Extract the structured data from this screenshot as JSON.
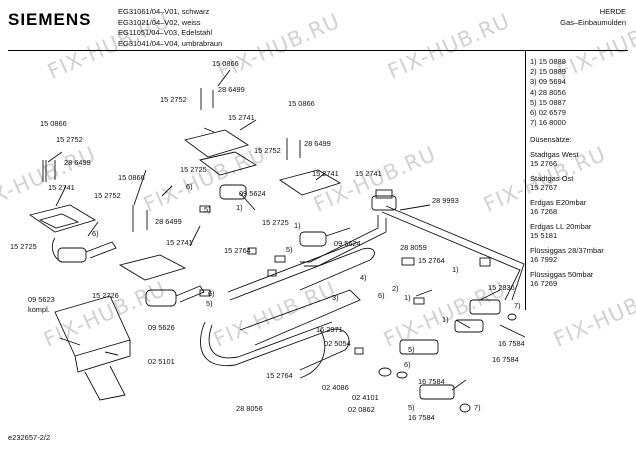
{
  "header": {
    "brand": "SIEMENS",
    "models": [
      "EG31061/04–V01, schwarz",
      "EG31021/04–V02, weiss",
      "EG11051/04–V03, Edelstahl",
      "EG31041/04–V04, umbrabraun"
    ],
    "category": "HERDE",
    "subcategory": "Gas–Einbaumulden"
  },
  "legend": [
    "1) 15 0888",
    "2) 15 0889",
    "3) 09 5694",
    "4) 28 8056",
    "5) 15 0887",
    "6) 02 6579",
    "7) 16 8000"
  ],
  "nozzle_section": {
    "title": "Düsensätze:",
    "groups": [
      {
        "label": "Stadtgas West",
        "part": "15 2766"
      },
      {
        "label": "Stadtgas Ost",
        "part": "15 2767"
      },
      {
        "label": "Erdgas E20mbar",
        "part": "16 7268"
      },
      {
        "label": "Erdgas LL 20mbar",
        "part": "15 5181"
      },
      {
        "label": "Flüssiggas 28/37mbar",
        "part": "16 7992"
      },
      {
        "label": "Flüssiggas 50mbar",
        "part": "16 7269"
      }
    ]
  },
  "part_labels": [
    "15 0866",
    "28 6499",
    "15 2752",
    "15 2741",
    "15 0866",
    "15 2752",
    "28 6499",
    "15 0866",
    "15 2752",
    "28 6499",
    "15 2741",
    "15 2725",
    "15 2741",
    "15 0866",
    "15 2752",
    "15 2741",
    "09 5624",
    "28 6499",
    "15 2725",
    "15 2725",
    "09 5624",
    "28 9993",
    "15 2741",
    "15 2764",
    "28 8059",
    "15 2764",
    "15 2726",
    "09 5623",
    "kompl.",
    "09 5626",
    "02 5101",
    "16 2971",
    "02 5054",
    "15 2836",
    "16 7584",
    "16 7584",
    "28 8056",
    "15 2764",
    "02 4086",
    "02 4101",
    "16 7584",
    "02 0862",
    "16 7584",
    "6)",
    "5)",
    "6)",
    "4)",
    "3)",
    "2)",
    "1)",
    "1)",
    "1)",
    "5)",
    "5)",
    "6)",
    "6)",
    "5)",
    "5)",
    "6)",
    "7)",
    "7)",
    "1)",
    "1)"
  ],
  "watermark": "FIX-HUB.RU",
  "doc_id": "e232657-2/2"
}
